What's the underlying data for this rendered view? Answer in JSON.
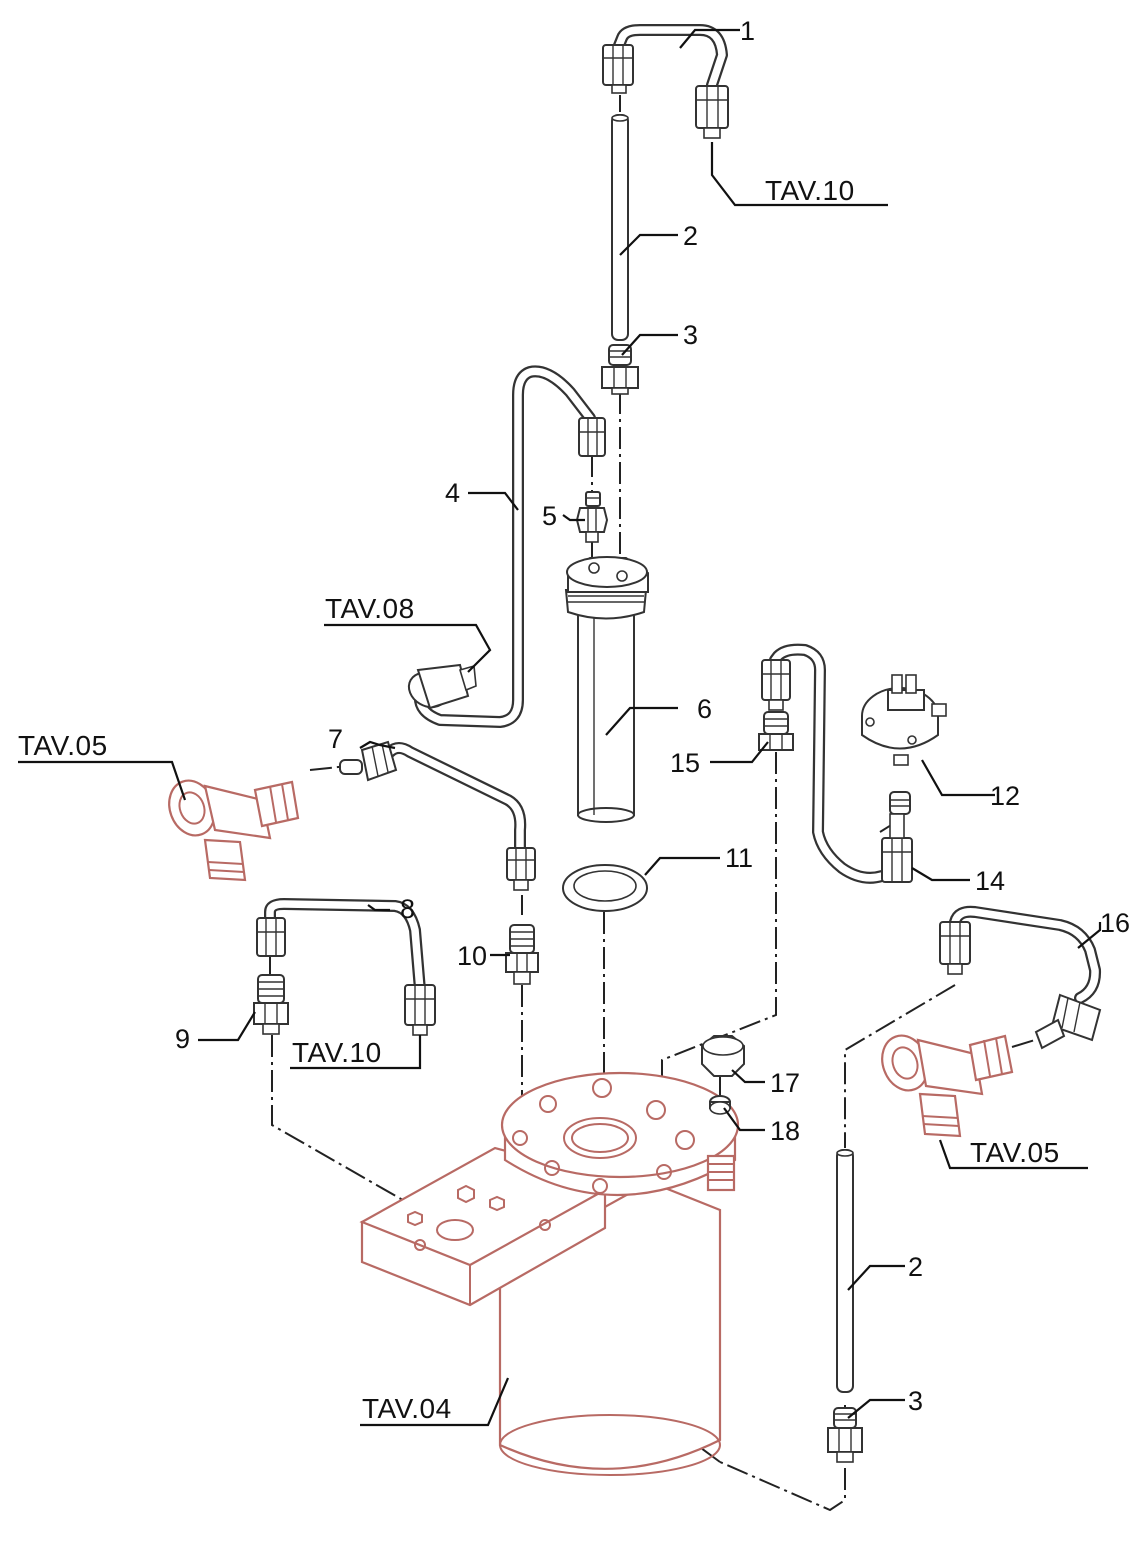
{
  "diagram": {
    "colors": {
      "line": "#333333",
      "leader": "#111111",
      "reference_part": "#b86a64",
      "background": "#ffffff"
    },
    "callouts": [
      {
        "id": "c1",
        "text": "1"
      },
      {
        "id": "c2a",
        "text": "2"
      },
      {
        "id": "c3a",
        "text": "3"
      },
      {
        "id": "c4",
        "text": "4"
      },
      {
        "id": "c5",
        "text": "5"
      },
      {
        "id": "c6",
        "text": "6"
      },
      {
        "id": "c7",
        "text": "7"
      },
      {
        "id": "c8",
        "text": "8"
      },
      {
        "id": "c9",
        "text": "9"
      },
      {
        "id": "c10",
        "text": "10"
      },
      {
        "id": "c11",
        "text": "11"
      },
      {
        "id": "c12",
        "text": "12"
      },
      {
        "id": "c14",
        "text": "14"
      },
      {
        "id": "c15",
        "text": "15"
      },
      {
        "id": "c16",
        "text": "16"
      },
      {
        "id": "c17",
        "text": "17"
      },
      {
        "id": "c18",
        "text": "18"
      },
      {
        "id": "c2b",
        "text": "2"
      },
      {
        "id": "c3b",
        "text": "3"
      }
    ],
    "references": [
      {
        "id": "r1",
        "text": "TAV.10"
      },
      {
        "id": "r2",
        "text": "TAV.08"
      },
      {
        "id": "r3",
        "text": "TAV.05"
      },
      {
        "id": "r4",
        "text": "TAV.10"
      },
      {
        "id": "r5",
        "text": "TAV.05"
      },
      {
        "id": "r6",
        "text": "TAV.04"
      }
    ]
  }
}
